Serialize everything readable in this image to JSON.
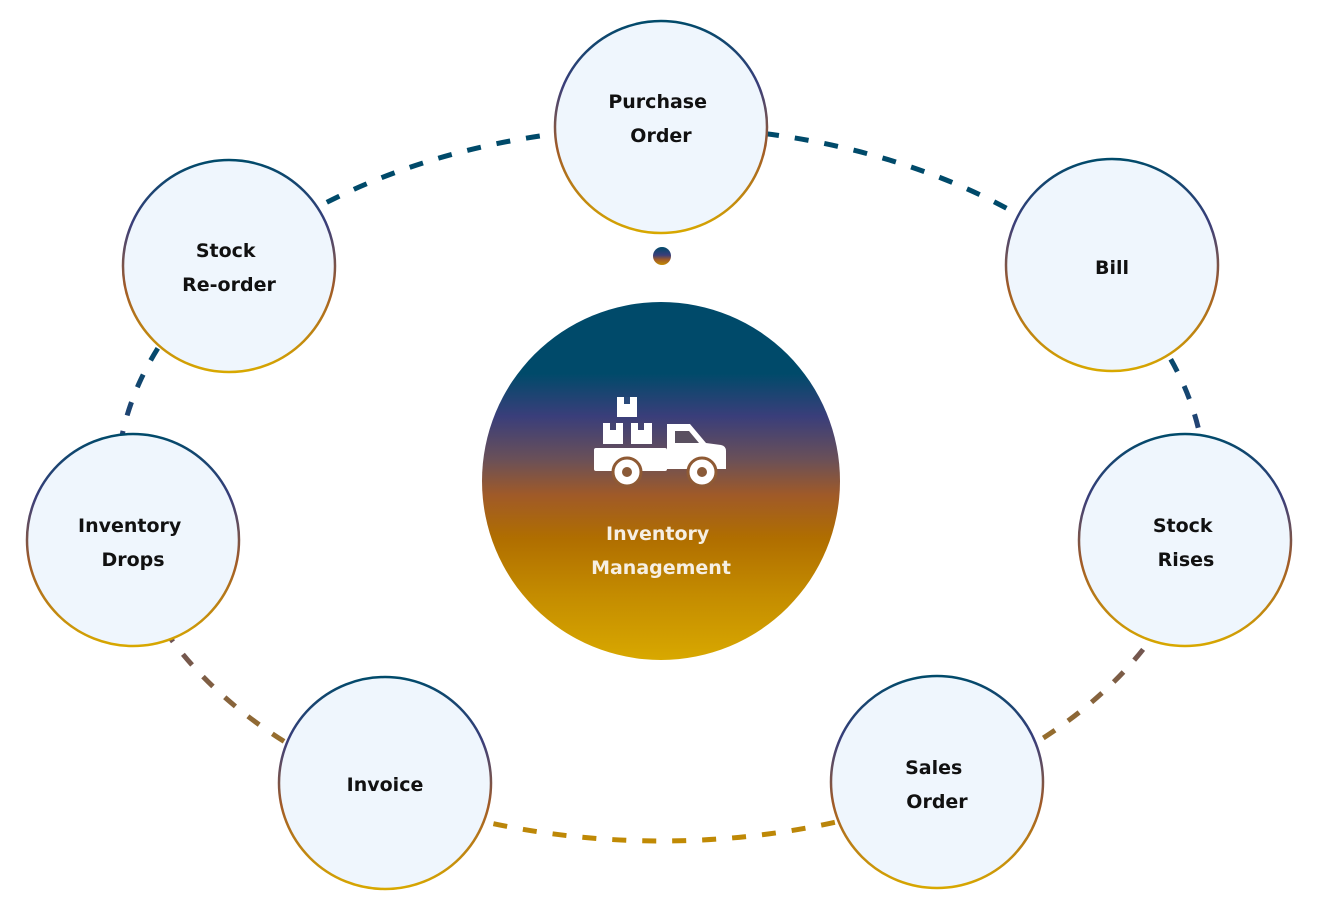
{
  "diagram": {
    "type": "cycle",
    "center": {
      "label_lines": [
        "Inventory",
        "Management"
      ],
      "icon": "truck-with-boxes-icon"
    },
    "nodes": [
      {
        "id": "purchase-order",
        "label_lines": [
          "Purchase",
          "Order"
        ]
      },
      {
        "id": "bill",
        "label_lines": [
          "Bill"
        ]
      },
      {
        "id": "stock-rises",
        "label_lines": [
          "Stock",
          "Rises"
        ]
      },
      {
        "id": "sales-order",
        "label_lines": [
          "Sales",
          "Order"
        ]
      },
      {
        "id": "invoice",
        "label_lines": [
          "Invoice"
        ]
      },
      {
        "id": "inventory-drops",
        "label_lines": [
          "Inventory",
          "Drops"
        ]
      },
      {
        "id": "stock-reorder",
        "label_lines": [
          "Stock",
          "Re-order"
        ]
      }
    ],
    "colors": {
      "teal": "#004a6a",
      "indigo": "#3a3e7a",
      "mauve": "#6a5058",
      "rust": "#a05a28",
      "amber": "#b06e00",
      "gold": "#c48c00",
      "yellow": "#d8a800",
      "node_fill": "#eff6fd",
      "node_text": "#111111",
      "center_text": "#f6efe3"
    }
  }
}
